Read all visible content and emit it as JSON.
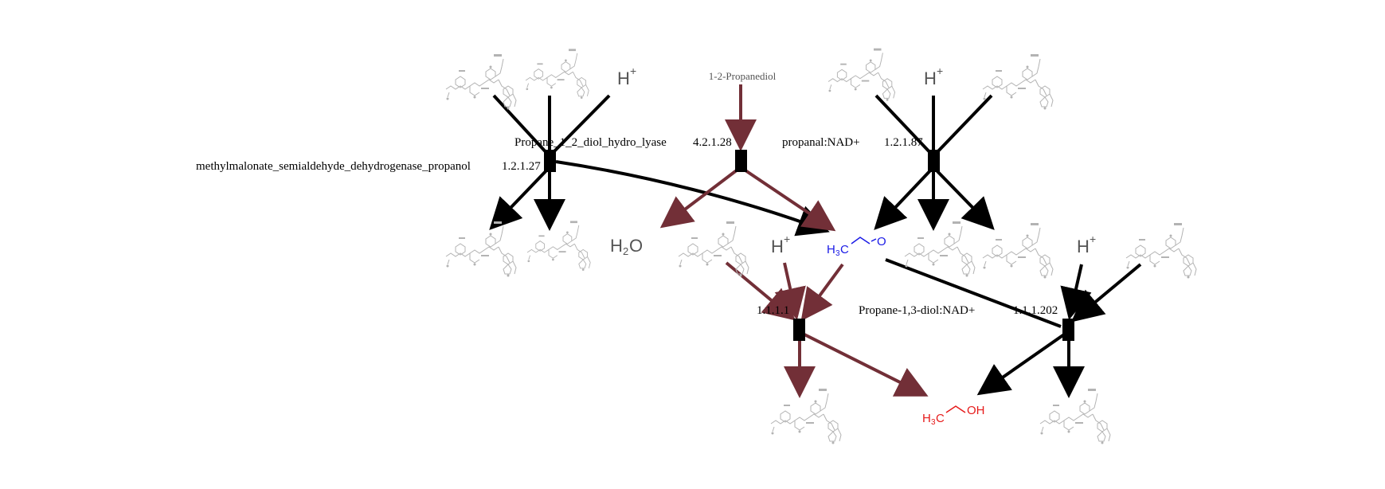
{
  "colors": {
    "black_edge": "#000000",
    "brown_edge": "#722f37",
    "acetaldehyde": "#1a1ae6",
    "ethanol": "#e61a1a",
    "cofactor": "#b3b3b3",
    "text_gray": "#555555"
  },
  "reactions": [
    {
      "name": "methylmalonate_semialdehyde_dehydrogenase_propanol",
      "ec": "1.2.1.27"
    },
    {
      "name": "Propane_1_2_diol_hydro_lyase",
      "ec": "4.2.1.28"
    },
    {
      "name": "propanal:NAD+",
      "ec": "1.2.1.87"
    },
    {
      "name": "",
      "ec": "1.1.1.1"
    },
    {
      "name": "Propane-1,3-diol:NAD+",
      "ec": "1.1.1.202"
    }
  ],
  "metabolites": {
    "propanediol": "1-2-Propanediol",
    "water_main": "H",
    "water_sub": "2",
    "water_tail": "O",
    "proton_main": "H",
    "proton_sup": "+",
    "acetaldehyde_pre": "H",
    "acetaldehyde_sub": "3",
    "acetaldehyde_c": "C",
    "acetaldehyde_o": "O",
    "ethanol_pre": "H",
    "ethanol_sub": "3",
    "ethanol_c": "C",
    "ethanol_oh": "OH"
  },
  "icons": [
    "cofactor-structure-icon",
    "reaction-node-icon",
    "arrowhead-icon"
  ]
}
